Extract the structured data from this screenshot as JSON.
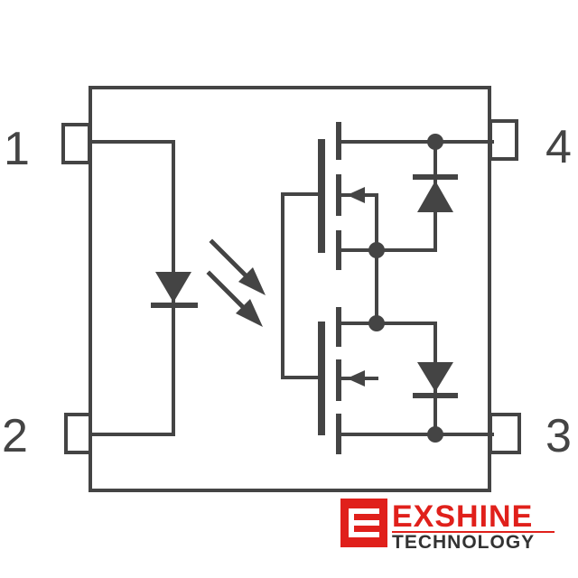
{
  "pins": [
    {
      "number": "1"
    },
    {
      "number": "2"
    },
    {
      "number": "3"
    },
    {
      "number": "4"
    }
  ],
  "logo": {
    "name": "EXSHINE",
    "tagline": "TECHNOLOGY"
  },
  "colors": {
    "line": "#444444",
    "brand_red": "#e0201b",
    "brand_text": "#333333"
  },
  "icons": {
    "light_arrows": "light-emission-arrows-icon",
    "led": "led-diode-icon",
    "body_diode": "body-diode-icon",
    "logo_mark": "exshine-logo-mark-icon"
  }
}
